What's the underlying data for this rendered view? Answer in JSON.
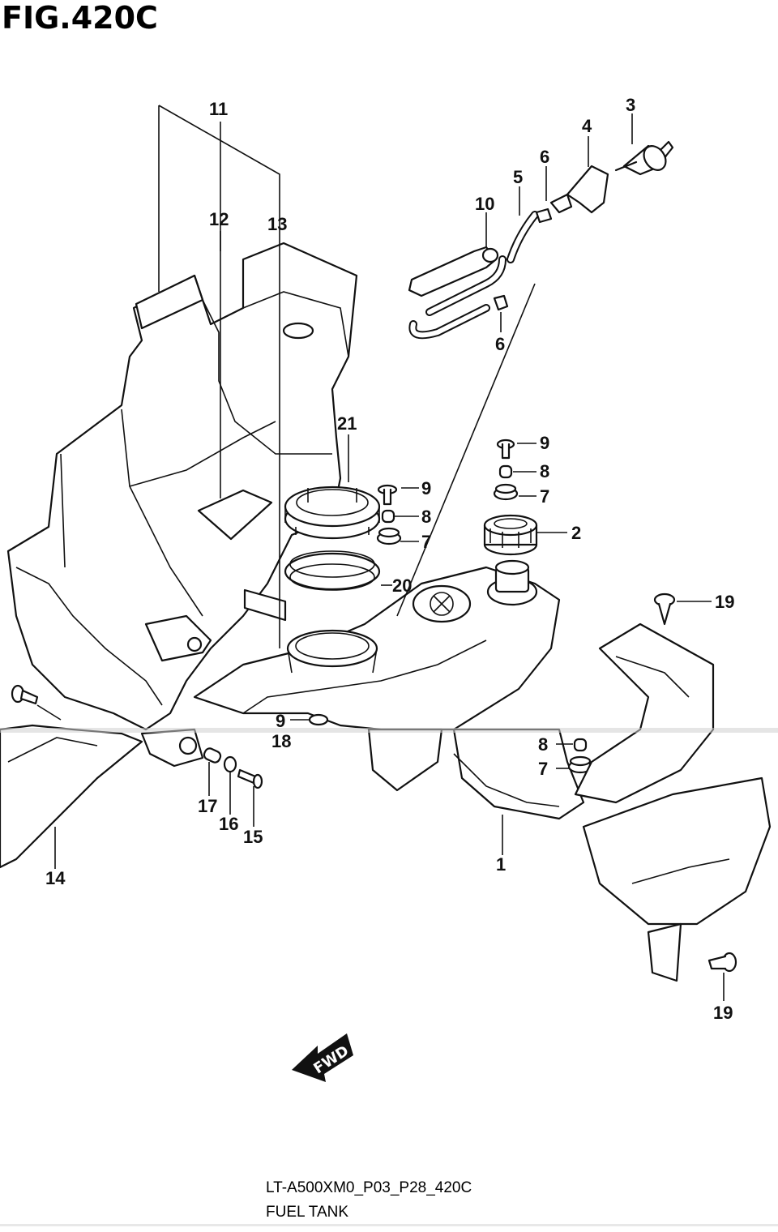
{
  "figure": {
    "title": "FIG.420C",
    "code": "LT-A500XM0_P03_P28_420C",
    "caption": "FUEL TANK",
    "fwd_label": "FWD"
  },
  "callouts": [
    {
      "id": "c1",
      "label": "1"
    },
    {
      "id": "c2",
      "label": "2"
    },
    {
      "id": "c3",
      "label": "3"
    },
    {
      "id": "c4",
      "label": "4"
    },
    {
      "id": "c5",
      "label": "5"
    },
    {
      "id": "c6a",
      "label": "6"
    },
    {
      "id": "c6b",
      "label": "6"
    },
    {
      "id": "c7a",
      "label": "7"
    },
    {
      "id": "c7b",
      "label": "7"
    },
    {
      "id": "c7c",
      "label": "7"
    },
    {
      "id": "c8a",
      "label": "8"
    },
    {
      "id": "c8b",
      "label": "8"
    },
    {
      "id": "c8c",
      "label": "8"
    },
    {
      "id": "c9a",
      "label": "9"
    },
    {
      "id": "c9b",
      "label": "9"
    },
    {
      "id": "c9c",
      "label": "9"
    },
    {
      "id": "c10",
      "label": "10"
    },
    {
      "id": "c11",
      "label": "11"
    },
    {
      "id": "c12",
      "label": "12"
    },
    {
      "id": "c13",
      "label": "13"
    },
    {
      "id": "c14",
      "label": "14"
    },
    {
      "id": "c15",
      "label": "15"
    },
    {
      "id": "c16",
      "label": "16"
    },
    {
      "id": "c17",
      "label": "17"
    },
    {
      "id": "c18",
      "label": "18"
    },
    {
      "id": "c19a",
      "label": "19"
    },
    {
      "id": "c19b",
      "label": "19"
    },
    {
      "id": "c20",
      "label": "20"
    },
    {
      "id": "c21",
      "label": "21"
    }
  ]
}
